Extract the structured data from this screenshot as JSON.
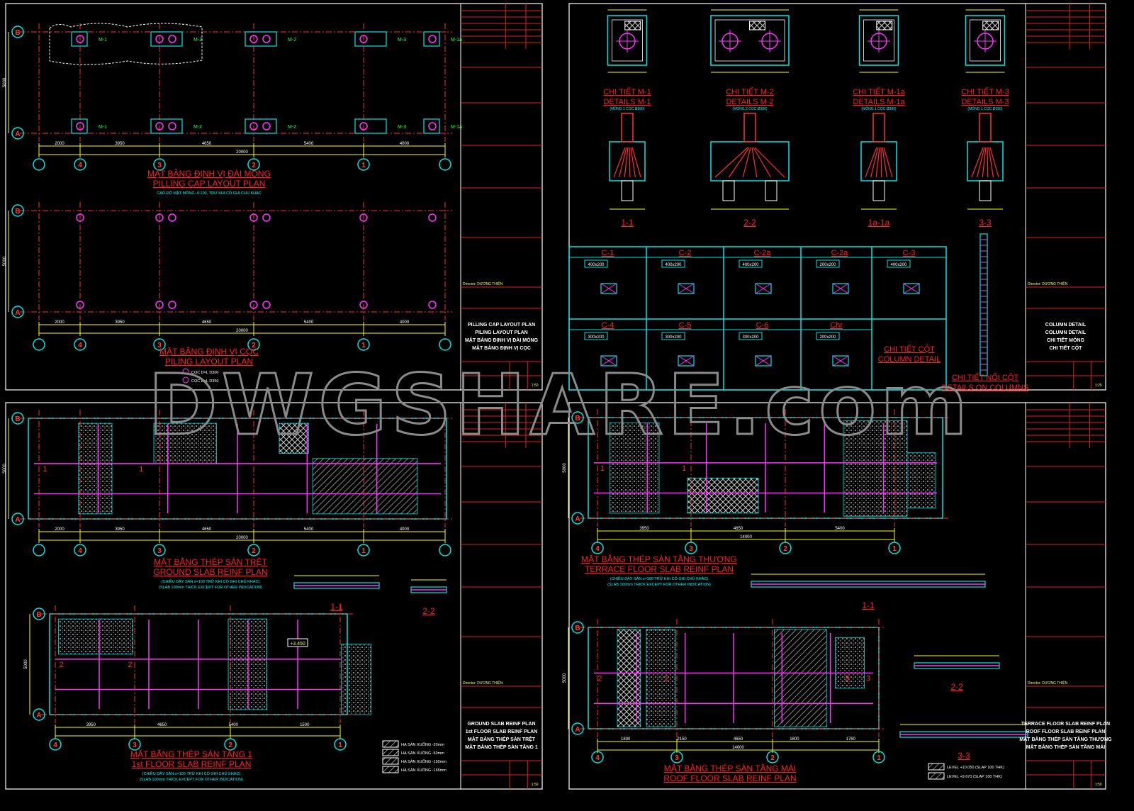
{
  "colors": {
    "background": "#000000",
    "sheet_border": "#ffffff",
    "grid_bubble": "#00e5e5",
    "dimension": "#ffff00",
    "title": "#ff2020",
    "rebar": "#ff33ff",
    "axis": "#ff3030",
    "outline": "#00e5e5",
    "watermark": "#8a8a8a"
  },
  "watermark": "DWGSHARE.com",
  "sheets": [
    {
      "titleblock": {
        "drawing_names": [
          "PILLING CAP LAYOUT PLAN",
          "PILING LAYOUT PLAN",
          "MẶT BẰNG ĐỊNH VỊ ĐÀI MÓNG",
          "MẶT BẰNG ĐỊNH VỊ CỌC"
        ],
        "scale": "1:50",
        "director": "Director: DƯƠNG THIỆN"
      }
    },
    {
      "titleblock": {
        "drawing_names": [
          "COLUMN DETAIL",
          "COLUMN DETAIL",
          "CHI TIẾT MÓNG",
          "CHI TIẾT CỘT"
        ],
        "scale": "1:25",
        "director": "Director: DƯƠNG THIỆN"
      }
    },
    {
      "titleblock": {
        "drawing_names": [
          "GROUND SLAB REINF PLAN",
          "1st FLOOR SLAB REINF PLAN",
          "MẶT BẰNG THÉP SÀN TRỆT",
          "MẶT BẰNG THÉP SÀN TẦNG 1"
        ],
        "scale": "1:50",
        "director": "Director: DƯƠNG THIỆN"
      }
    },
    {
      "titleblock": {
        "drawing_names": [
          "TERRACE FLOOR SLAB REINF PLAN",
          "ROOF FLOOR SLAB REINF PLAN",
          "MẶT BẰNG THÉP SÀN TẦNG THƯỢNG",
          "MẶT BẰNG THÉP SÀN TẦNG MÁI"
        ],
        "scale": "1:50",
        "director": "Director: DƯƠNG THIỆN"
      }
    }
  ],
  "plans": [
    {
      "title": "MẶT BẰNG ĐỊNH VỊ ĐÀI MÓNG",
      "subtitle": "PILLING CAP LAYOUT PLAN",
      "note": "CAO ĐỘ MẶT MÓNG -0.100, TRỪ KHI CÓ GHI CHÚ KHÁC",
      "axes": [
        "4",
        "3",
        "2",
        "1"
      ],
      "rows": [
        "B",
        "A"
      ],
      "dims": [
        "2000",
        "3950",
        "4650",
        "5400",
        "4000"
      ],
      "total": "20000",
      "height_dim": "5000",
      "labels": [
        "M-1",
        "M-2",
        "M-2",
        "M-3",
        "M-1a",
        "M-1",
        "M-2",
        "M-2",
        "M-3",
        "M-1a"
      ]
    },
    {
      "title": "MẶT BẰNG ĐỊNH VỊ CỌC",
      "subtitle": "PILING LAYOUT PLAN",
      "note": "",
      "axes": [
        "4",
        "3",
        "2",
        "1"
      ],
      "rows": [
        "B",
        "A"
      ],
      "dims": [
        "2000",
        "3950",
        "4650",
        "5400",
        "4000"
      ],
      "total": "20000",
      "height_dim": "5000",
      "legend": [
        "CỌC D=L D300",
        "CỌC D=L D350"
      ]
    },
    {
      "title": "MẶT BẰNG THÉP SÀN TRỆT",
      "subtitle": "GROUND SLAB REINF PLAN",
      "note": "(CHIỀU DÀY SÀN s=100 TRỪ KHI CÓ GHI CHÚ KHÁC)",
      "note2": "(SLAB 100mm THICK EXCEPT FOR OTHER INDICATION)",
      "axes": [
        "4",
        "3",
        "2",
        "1"
      ],
      "rows": [
        "B",
        "A"
      ],
      "dims": [
        "2000",
        "3950",
        "4650",
        "5400",
        "4000"
      ],
      "total": "20000",
      "height_dim": "5000",
      "sections": [
        "1",
        "1"
      ]
    },
    {
      "title": "MẶT BẰNG THÉP SÀN TẦNG 1",
      "subtitle": "1st FLOOR SLAB REINF PLAN",
      "note": "(CHIỀU DÀY SÀN s=100 TRỪ KHI CÓ GHI CHÚ KHÁC)",
      "note2": "(SLAB 100mm THICK EXCEPT FOR OTHER INDICATION)",
      "axes": [
        "4",
        "3",
        "2",
        "1"
      ],
      "rows": [
        "B",
        "A"
      ],
      "dims": [
        "3950",
        "4650",
        "5400",
        "1500"
      ],
      "total": "",
      "height_dim": "5000",
      "sections": [
        "2",
        "2"
      ],
      "level": "+3.450",
      "legend": [
        "HẠ SÀN XUỐNG -20mm",
        "HẠ SÀN XUỐNG -50mm",
        "HẠ SÀN XUỐNG -150mm",
        "HẠ SÀN XUỐNG -165mm"
      ]
    },
    {
      "title": "MẶT BẰNG THÉP SÀN TẦNG THƯỢNG",
      "subtitle": "TERRACE FLOOR SLAB REINF PLAN",
      "note": "(CHIỀU DÀY SÀN s=100 TRỪ KHI CÓ GHI CHÚ KHÁC)",
      "note2": "(SLAB 100mm THICK EXCEPT FOR OTHER INDICATION)",
      "axes": [
        "4",
        "3",
        "2",
        "1"
      ],
      "rows": [
        "B",
        "A"
      ],
      "dims": [
        "3950",
        "4650",
        "5400"
      ],
      "total": "14000",
      "height_dim": "5000",
      "sections": [
        "1",
        "1"
      ]
    },
    {
      "title": "MẶT BẰNG THÉP SÀN TẦNG MÁI",
      "subtitle": "ROOF FLOOR SLAB REINF PLAN",
      "note": "",
      "axes": [
        "4",
        "3",
        "2",
        "1"
      ],
      "rows": [
        "B",
        "A"
      ],
      "dims": [
        "1800",
        "2150",
        "4650",
        "1800",
        "1760"
      ],
      "total": "14000",
      "height_dim": "5000",
      "sections": [
        "2",
        "2",
        "3",
        "3"
      ],
      "legend": [
        "LEVEL +10.050 (SLAP 100 THK)",
        "LEVEL +9.670 (SLAP 100 THK)"
      ]
    }
  ],
  "footing_details": [
    {
      "title": "CHI TIẾT M-1",
      "subtitle": "DETAILS M-1",
      "note": "(MÓNG 1 CỌC Ø300)",
      "section": "1-1"
    },
    {
      "title": "CHI TIẾT M-2",
      "subtitle": "DETAILS M-2",
      "note": "(MÓNG 2 CỌC Ø300)",
      "section": "2-2"
    },
    {
      "title": "CHI TIẾT M-1a",
      "subtitle": "DETAILS M-1a",
      "note": "(MÓNG 1 CỌC Ø300)",
      "section": "1a-1a"
    },
    {
      "title": "CHI TIẾT M-3",
      "subtitle": "DETAILS M-3",
      "note": "(MÓNG 1 CỌC Ø350)",
      "section": "3-3"
    }
  ],
  "columns": [
    {
      "name": "C-1",
      "size": "400x200"
    },
    {
      "name": "C-2",
      "size": "400x200"
    },
    {
      "name": "C-2a",
      "size": "400x200"
    },
    {
      "name": "C-2a",
      "size": "200x200"
    },
    {
      "name": "C-3",
      "size": "400x200"
    },
    {
      "name": "C-4",
      "size": "300x200"
    },
    {
      "name": "C-5",
      "size": "300x200"
    },
    {
      "name": "C-6",
      "size": "300x200"
    },
    {
      "name": "Chr",
      "size": "200x200"
    }
  ],
  "column_detail": {
    "title": "CHI TIẾT CỘT",
    "subtitle": "COLUMN DETAIL"
  },
  "column_joint": {
    "title": "CHI TIẾT NỐI CỘT",
    "subtitle": "DETAILS ON COLUMNS"
  },
  "section_marks": {
    "bl_1": "1-1",
    "bl_2": "2-2",
    "br_1": "1-1",
    "br_2": "2-2",
    "br_3": "3-3"
  }
}
